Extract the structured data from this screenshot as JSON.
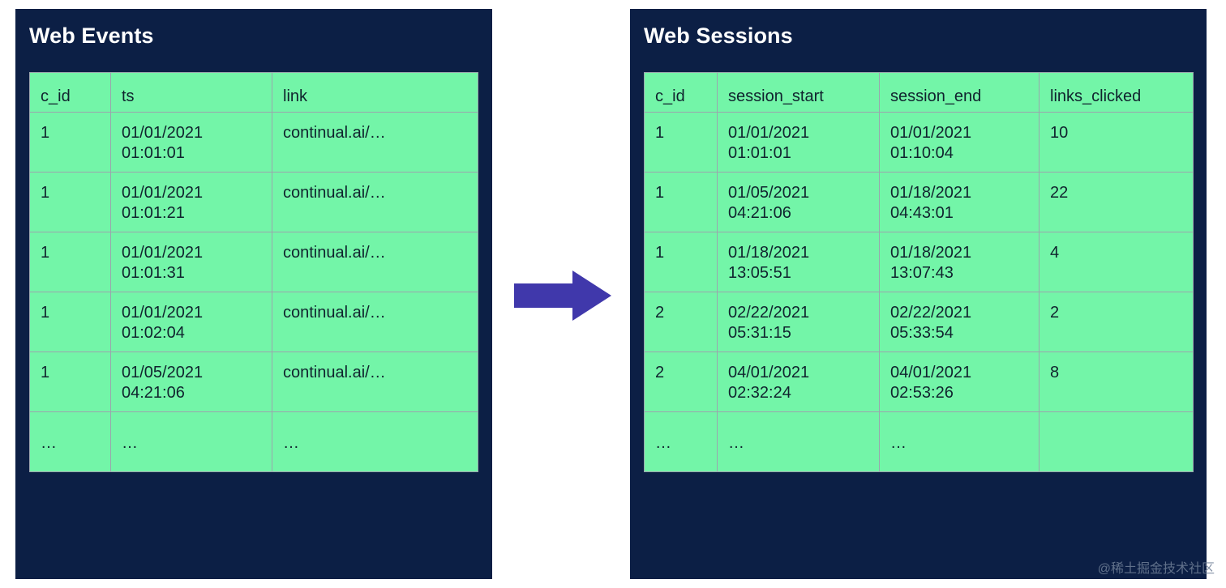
{
  "colors": {
    "panel_bg": "#0c1f45",
    "cell_bg": "#73f5a8",
    "cell_border": "#9aa6ad",
    "title_text": "#ffffff",
    "cell_text": "#10232e",
    "arrow": "#4038ab",
    "page_bg": "#ffffff"
  },
  "left_panel": {
    "title": "Web Events",
    "table": {
      "columns": [
        "c_id",
        "ts",
        "link"
      ],
      "rows": [
        [
          "1",
          "01/01/2021\n01:01:01",
          "continual.ai/…"
        ],
        [
          "1",
          "01/01/2021\n01:01:21",
          "continual.ai/…"
        ],
        [
          "1",
          "01/01/2021\n01:01:31",
          "continual.ai/…"
        ],
        [
          "1",
          "01/01/2021\n01:02:04",
          "continual.ai/…"
        ],
        [
          "1",
          "01/05/2021\n04:21:06",
          "continual.ai/…"
        ]
      ],
      "ellipsis_row": [
        "…",
        "…",
        "…"
      ]
    }
  },
  "arrow": {
    "icon": "arrow-right-icon",
    "direction": "right"
  },
  "right_panel": {
    "title": "Web Sessions",
    "table": {
      "columns": [
        "c_id",
        "session_start",
        "session_end",
        "links_clicked"
      ],
      "rows": [
        [
          "1",
          "01/01/2021\n01:01:01",
          "01/01/2021\n01:10:04",
          "10"
        ],
        [
          "1",
          "01/05/2021\n04:21:06",
          "01/18/2021\n04:43:01",
          "22"
        ],
        [
          "1",
          "01/18/2021\n13:05:51",
          "01/18/2021\n13:07:43",
          "4"
        ],
        [
          "2",
          "02/22/2021\n05:31:15",
          "02/22/2021\n05:33:54",
          "2"
        ],
        [
          "2",
          "04/01/2021\n02:32:24",
          "04/01/2021\n02:53:26",
          "8"
        ]
      ],
      "ellipsis_row": [
        "…",
        "…",
        "…",
        ""
      ]
    }
  },
  "watermark": {
    "text": "@稀土掘金技术社区"
  }
}
